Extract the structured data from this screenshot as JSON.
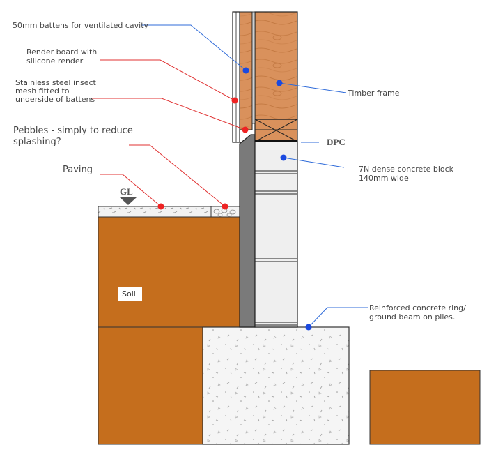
{
  "colors": {
    "soil": "#c56e1d",
    "concrete": "#f4f4f4",
    "timber": "#d9915c",
    "cavity_board": "#7a7a7a",
    "block": "#eeeeee",
    "leader_blue": "#2f6bd9",
    "leader_red": "#e03030",
    "dot_blue": "#1a49e0",
    "dot_red": "#ee2222"
  },
  "labels": {
    "battens": "50mm battens for ventilated cavity",
    "render_board_1": "Render board with",
    "render_board_2": "silicone render",
    "mesh_1": "Stainless steel insect",
    "mesh_2": "mesh fitted to",
    "mesh_3": "underside of battens",
    "timber_frame": "Timber frame",
    "pebbles_1": "Pebbles - simply to reduce",
    "pebbles_2": "splashing?",
    "dpc": "DPC",
    "block_1": "7N dense concrete block",
    "block_2": "140mm wide",
    "paving": "Paving",
    "gl": "GL",
    "soil": "Soil",
    "beam_1": "Reinforced concrete ring/",
    "beam_2": "ground beam on piles."
  },
  "icons": {
    "ground_level_marker": "triangle-down-icon",
    "pointer_dots": "circle-dot-icon"
  }
}
